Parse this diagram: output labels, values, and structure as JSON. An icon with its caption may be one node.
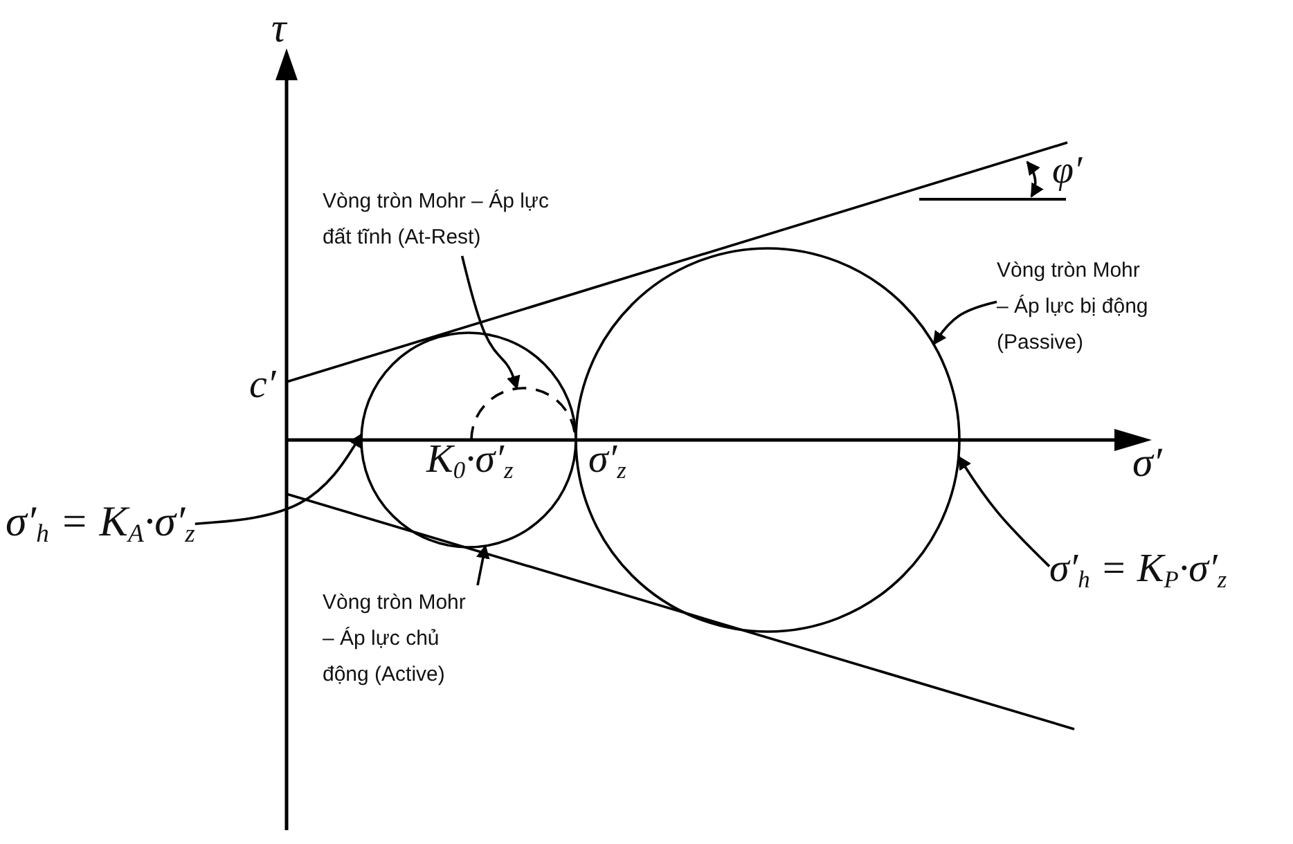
{
  "diagram": {
    "nodes": [
      {
        "text": [
          "Vòng tròn Mohr – Áp lực đất tĩnh (At-Rest)"
        ]
      },
      {
        "text": [],
        "shape": "circle"
      },
      {
        "text": [],
        "shape": "semicircle",
        "in": 1
      },
      {
        "text": [
          "Vòng tròn Mohr – Áp lực bị động (Passive)"
        ]
      },
      {
        "text": [],
        "shape": "circle"
      },
      {
        "text": [
          "Vòng tròn Mohr – Áp lực chủ động (Active)"
        ]
      },
      {
        "text": [
          "σ′$_{h}$ = K$_{A}$·σ′$_{z}$"
        ]
      },
      {
        "text": [
          "σ′$_{h}$ = K$_{P}$·σ′$_{z}$"
        ]
      }
    ],
    "edges": [
      {
        "from": 0,
        "to": 2,
        "arrow": "to"
      },
      {
        "from": 3,
        "to": 4,
        "arrow": "to"
      },
      {
        "from": 5,
        "to": 1,
        "arrow": "to"
      },
      {
        "from": 6,
        "to": 1,
        "arrow": "to"
      },
      {
        "from": 7,
        "to": 4,
        "arrow": "to"
      }
    ],
    "labels": [
      "τ",
      "φ′",
      "c′",
      "K$_{0}$·σ′$_{z}$",
      "σ′$_{z}$",
      "σ′"
    ]
  }
}
